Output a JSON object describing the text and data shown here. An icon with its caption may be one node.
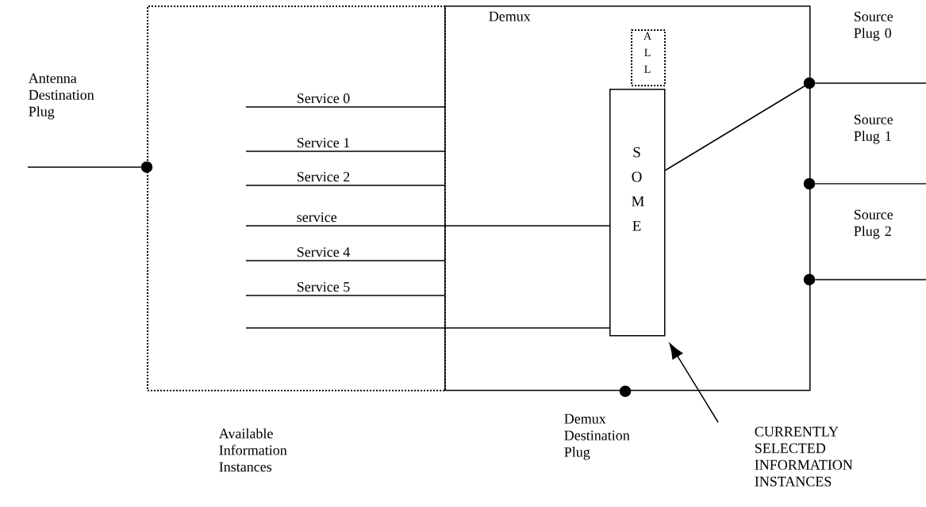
{
  "diagram": {
    "nodes": [
      {
        "text": [
          "Available Information Instances"
        ]
      },
      {
        "text": [
          "Demux"
        ]
      },
      {
        "text": [
          "A L L"
        ],
        "in": 1
      },
      {
        "text": [
          "S O M E"
        ],
        "in": 1
      },
      {
        "text": [],
        "shape": "circle"
      },
      {
        "text": [],
        "shape": "circle",
        "beside": [
          "Source Plug 0"
        ]
      },
      {
        "text": [],
        "shape": "circle",
        "beside": [
          "Source Plug 1"
        ]
      },
      {
        "text": [],
        "shape": "circle",
        "beside": [
          "Source Plug 2"
        ]
      },
      {
        "text": [],
        "shape": "circle",
        "beside": [
          "Demux Destination Plug"
        ]
      },
      {
        "text": [
          "CURRENTLY SELECTED INFORMATION INSTANCES"
        ]
      }
    ],
    "edges": [
      {
        "from": null,
        "to": 4,
        "arrow": "none"
      },
      {
        "from": 0,
        "to": 1,
        "arrow": "none",
        "label": "Service 0"
      },
      {
        "from": 0,
        "to": 1,
        "arrow": "none",
        "label": "Service 1"
      },
      {
        "from": 0,
        "to": 1,
        "arrow": "none",
        "label": "Service 2"
      },
      {
        "from": 0,
        "to": 3,
        "arrow": "none",
        "label": "service"
      },
      {
        "from": 0,
        "to": 1,
        "arrow": "none",
        "label": "Service 4"
      },
      {
        "from": 0,
        "to": 1,
        "arrow": "none",
        "label": "Service 5"
      },
      {
        "from": 0,
        "to": 3,
        "arrow": "none"
      },
      {
        "from": 3,
        "to": 5,
        "arrow": "none"
      },
      {
        "from": 5,
        "to": null,
        "arrow": "none"
      },
      {
        "from": 6,
        "to": null,
        "arrow": "none"
      },
      {
        "from": 7,
        "to": null,
        "arrow": "none"
      },
      {
        "from": 9,
        "to": 3,
        "arrow": "to"
      }
    ],
    "labels": [
      "Antenna Destination Plug"
    ]
  }
}
